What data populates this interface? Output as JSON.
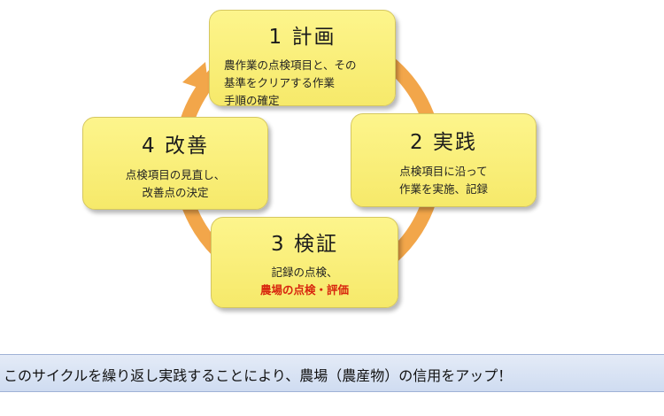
{
  "cycle": {
    "ring_color": "#f2a64a",
    "box_fill": "#fbf07c",
    "plan": {
      "title": "1 計画",
      "desc": [
        "農作業の点検項目と、その",
        "基準をクリアする作業",
        "手順の確定"
      ]
    },
    "do": {
      "title": "2 実践",
      "desc": [
        "点検項目に沿って",
        "作業を実施、記録"
      ]
    },
    "check": {
      "title": "3 検証",
      "desc": [
        "記録の点検、",
        "農場の点検・評価"
      ],
      "highlight_color": "#d8260e"
    },
    "act": {
      "title": "4 改善",
      "desc": [
        "点検項目の見直し、",
        "改善点の決定"
      ]
    }
  },
  "banner": {
    "text": "このサイクルを繰り返し実践することにより、農場（農産物）の信用をアップ！"
  }
}
